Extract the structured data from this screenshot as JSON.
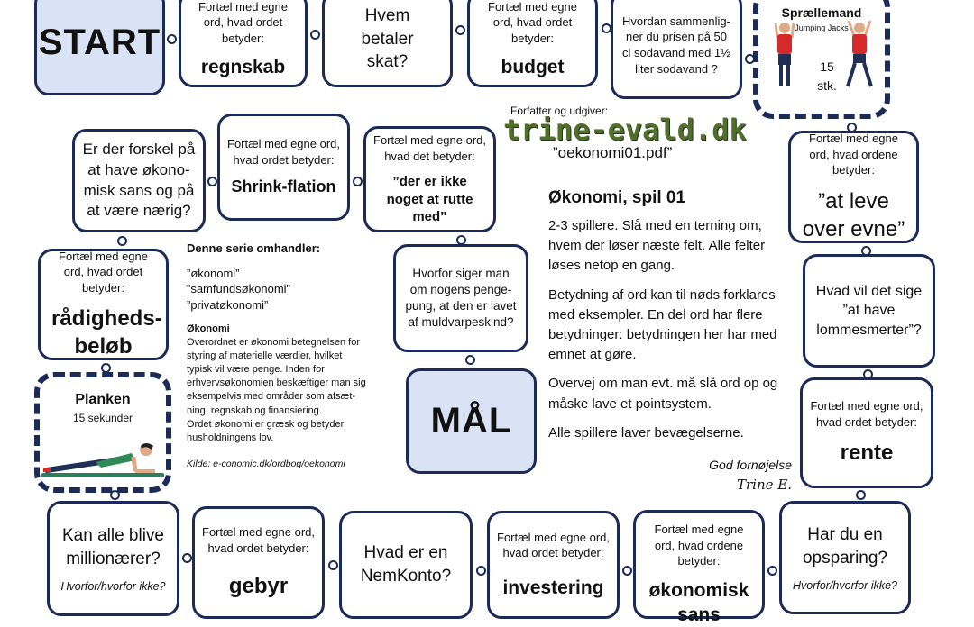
{
  "board": {
    "start": "START",
    "goal": "MÅL",
    "author": {
      "label": "Forfatter og udgiver:",
      "logo": "trine-evald.dk",
      "file": "”oekonomi01.pdf”"
    },
    "jumping_jacks": {
      "title": "Sprællemand",
      "subtitle": "Jumping Jacks",
      "count": "15",
      "unit": "stk."
    },
    "plank": {
      "title": "Planken",
      "duration": "15 sekunder"
    }
  },
  "fields": {
    "regnskab": {
      "prompt": "Fortæl med egne ord, hvad ordet betyder:",
      "term": "regnskab"
    },
    "skat": {
      "question": "Hvem betaler skat?"
    },
    "budget": {
      "prompt": "Fortæl med egne ord, hvad ordet betyder:",
      "term": "budget"
    },
    "sodavand": {
      "question": "Hvordan sammenlig-ner du prisen på 50 cl sodavand med 1½ liter sodavand ?"
    },
    "at_leve": {
      "prompt": "Fortæl med egne ord, hvad ordene betyder:",
      "term": "”at leve over evne”"
    },
    "lommesmerter": {
      "question": "Hvad vil det sige ”at have lommesmerter”?"
    },
    "rente": {
      "prompt": "Fortæl med egne ord, hvad ordet betyder:",
      "term": "rente"
    },
    "opsparing": {
      "question": "Har du en opsparing?",
      "note": "Hvorfor/hvorfor ikke?"
    },
    "okonomisk_sans": {
      "prompt": "Fortæl med egne ord, hvad ordene betyder:",
      "term": "økonomisk sans"
    },
    "investering": {
      "prompt": "Fortæl med egne ord, hvad ordet betyder:",
      "term": "investering"
    },
    "nemkonto": {
      "question": "Hvad er en NemKonto?"
    },
    "gebyr": {
      "prompt": "Fortæl med egne ord, hvad ordet betyder:",
      "term": "gebyr"
    },
    "millionaerer": {
      "question": "Kan alle blive millionærer?",
      "note": "Hvorfor/hvorfor ikke?"
    },
    "raadighed": {
      "prompt": "Fortæl med egne ord, hvad ordet betyder:",
      "term": "rådigheds-beløb"
    },
    "forskel": {
      "question": "Er der forskel på at have økono-misk sans og på at være nærig?"
    },
    "shrink": {
      "prompt": "Fortæl med egne ord, hvad ordet betyder:",
      "term": "Shrink-flation"
    },
    "rutte": {
      "prompt": "Fortæl med egne ord, hvad det betyder:",
      "term": "”der er ikke noget at rutte med”"
    },
    "muldvarp": {
      "question": "Hvorfor siger man om nogens penge-pung, at den er lavet af muldvarpeskind?"
    }
  },
  "series": {
    "title": "Denne serie omhandler:",
    "topics": [
      "”økonomi”",
      "”samfundsøkonomi”",
      "”privatøkonomi”"
    ],
    "def_title": "Økonomi",
    "def_lines": [
      "Overordnet er økonomi betegnelsen for",
      "styring af materielle værdier, hvilket",
      "typisk vil være penge. Inden for",
      "erhvervsøkonomien beskæftiger man sig",
      "eksempelvis med områder som afsæt-",
      "ning, regnskab og finansiering.",
      "Ordet økonomi er græsk og betyder",
      "husholdningens lov."
    ],
    "source": "Kilde: e-conomic.dk/ordbog/oekonomi"
  },
  "rules": {
    "title": "Økonomi, spil 01",
    "paragraphs": [
      "2-3 spillere. Slå med en terning om, hvem der løser næste felt. Alle felter løses netop en gang.",
      "Betydning af ord kan til nøds forklares med eksempler. En del ord har flere betydninger: betydningen her har med emnet at gøre.",
      "Overvej om man evt. må slå ord op og måske lave et pointsystem.",
      "Alle spillere laver bevægelserne."
    ],
    "closing": "God fornøjelse",
    "signature": "Trine E."
  },
  "colors": {
    "border": "#1b2a57",
    "start_fill": "#d9e3f5",
    "shirt": "#d42a2a",
    "logo": "#4f6f2a"
  }
}
